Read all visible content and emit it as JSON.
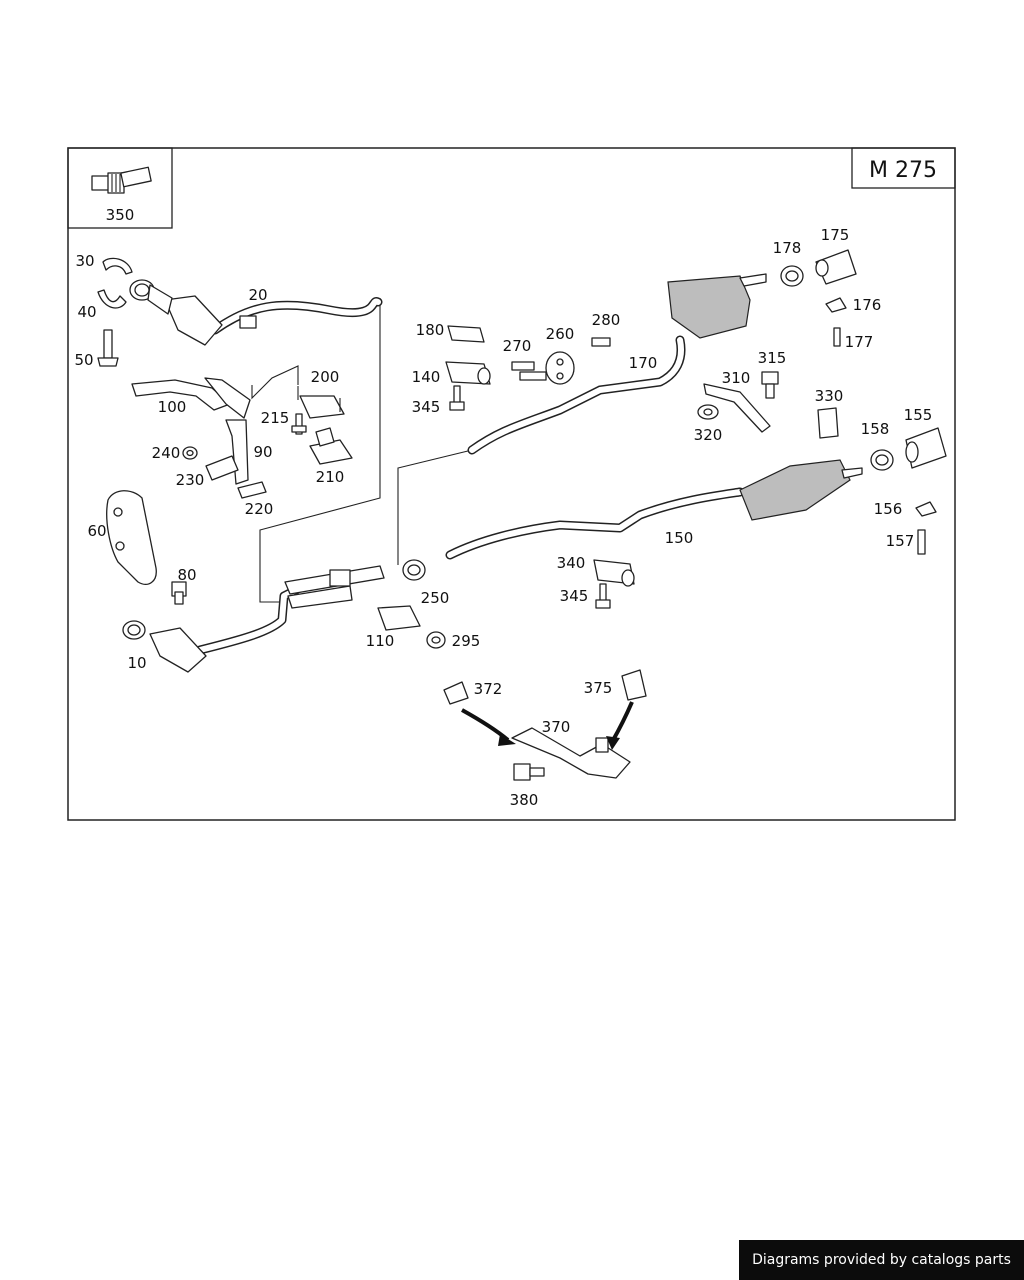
{
  "diagram": {
    "model_code": "M 275",
    "callouts": {
      "p350": "350",
      "p30": "30",
      "p40": "40",
      "p50": "50",
      "p20": "20",
      "p100": "100",
      "p200": "200",
      "p215": "215",
      "p90": "90",
      "p240": "240",
      "p230": "230",
      "p210": "210",
      "p220": "220",
      "p60": "60",
      "p80": "80",
      "p10": "10",
      "p180": "180",
      "p270": "270",
      "p260": "260",
      "p280": "280",
      "p140": "140",
      "p345a": "345",
      "p170": "170",
      "p178": "178",
      "p175": "175",
      "p176": "176",
      "p177": "177",
      "p315": "315",
      "p310": "310",
      "p320": "320",
      "p330": "330",
      "p158": "158",
      "p155": "155",
      "p156": "156",
      "p157": "157",
      "p150": "150",
      "p250": "250",
      "p340": "340",
      "p345b": "345",
      "p110": "110",
      "p295": "295",
      "p372": "372",
      "p375": "375",
      "p370": "370",
      "p380": "380"
    }
  },
  "footer": {
    "text": "Diagrams provided by catalogs parts"
  }
}
